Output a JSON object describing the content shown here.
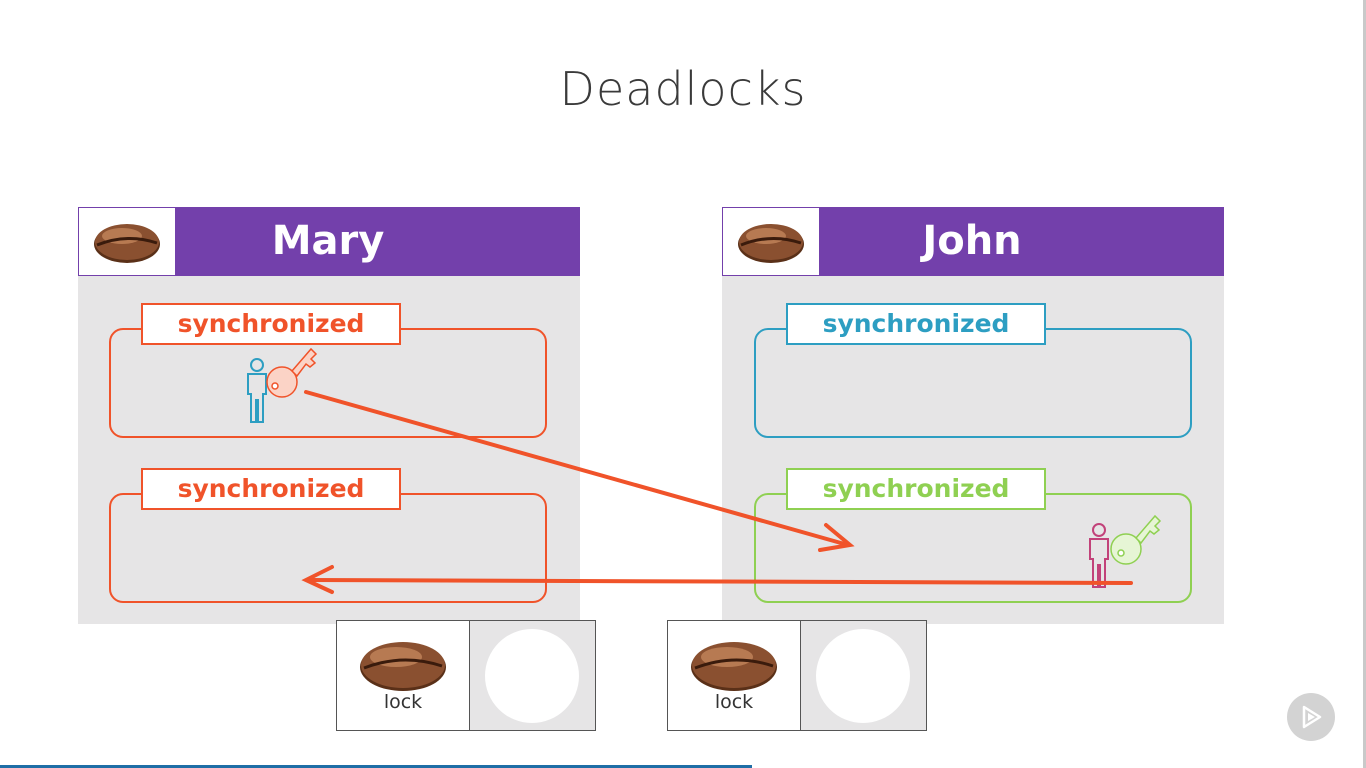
{
  "slide": {
    "title": "Deadlocks"
  },
  "panels": {
    "left": {
      "name": "Mary",
      "sync_top": "synchronized",
      "sync_bottom": "synchronized"
    },
    "right": {
      "name": "John",
      "sync_top": "synchronized",
      "sync_bottom": "synchronized"
    }
  },
  "locks": {
    "left": {
      "label": "lock"
    },
    "right": {
      "label": "lock"
    }
  },
  "colors": {
    "header": "#7340ab",
    "orange": "#f0532a",
    "blue": "#2d9ec2",
    "green": "#8fd052",
    "pink": "#c2427a",
    "panel_bg": "#e6e5e6",
    "progress": "#1f6ea6"
  },
  "icons": {
    "bean": "coffee-bean-icon",
    "person": "person-icon",
    "key": "key-icon",
    "play": "play-icon"
  }
}
